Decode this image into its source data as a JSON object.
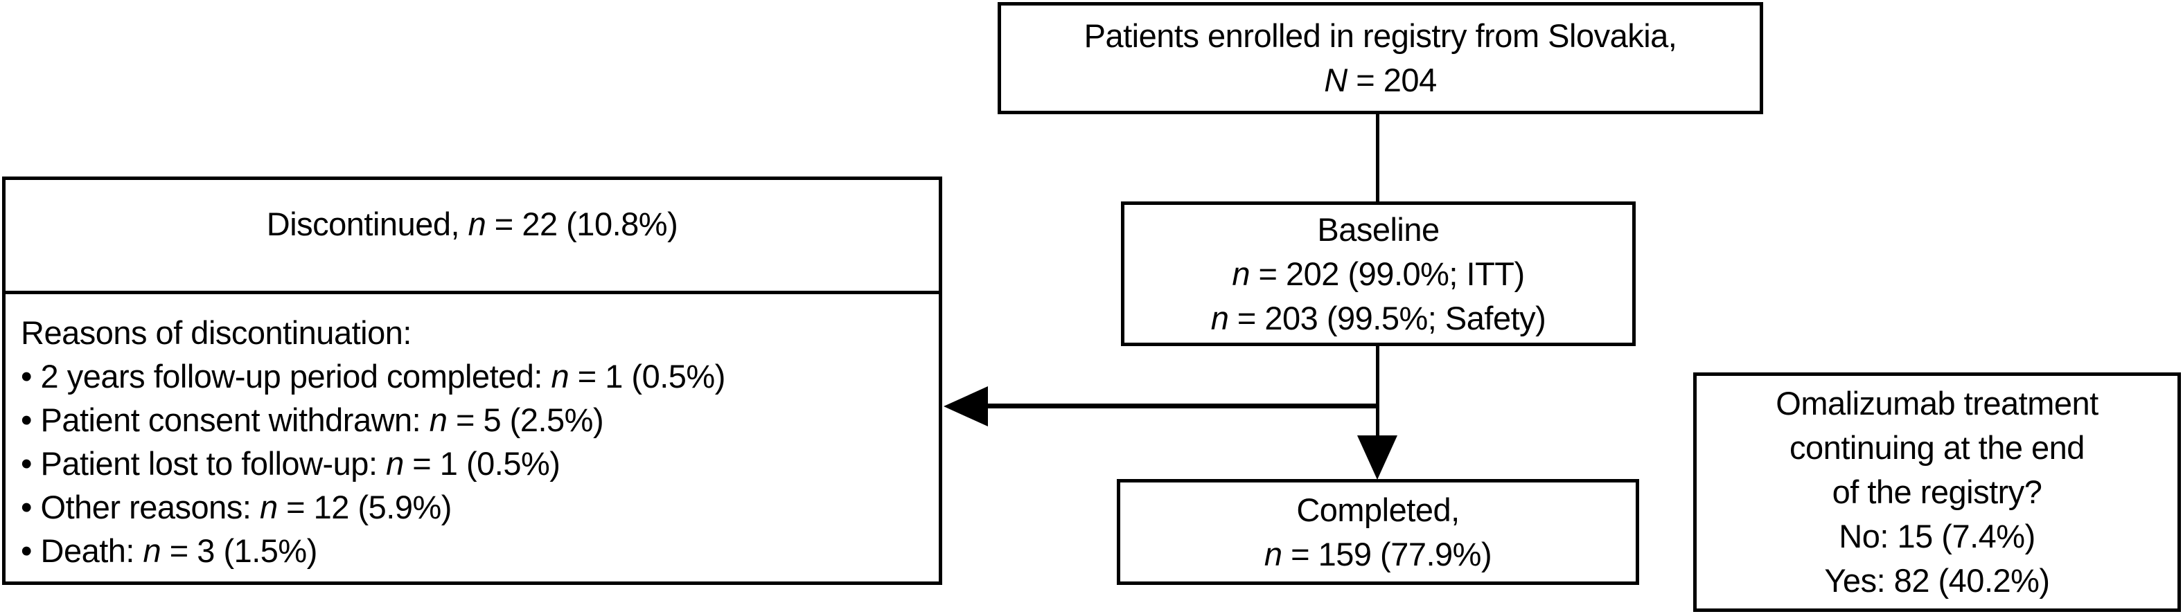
{
  "figure": "patient-disposition-flowchart",
  "colors": {
    "background": "#ffffff",
    "line": "#000000",
    "text": "#000000"
  },
  "boxes": {
    "enrolled": {
      "line1": {
        "pre": "Patients enrolled in registry from Slovakia,",
        "it": "",
        "post": ""
      },
      "line2": {
        "pre": "",
        "it": "N",
        "post": " = 204"
      }
    },
    "baseline": {
      "line1": {
        "pre": "Baseline",
        "it": "",
        "post": ""
      },
      "line2": {
        "pre": "",
        "it": "n",
        "post": " = 202 (99.0%; ITT)"
      },
      "line3": {
        "pre": "",
        "it": "n",
        "post": " = 203 (99.5%; Safety)"
      }
    },
    "completed": {
      "line1": {
        "pre": "Completed,",
        "it": "",
        "post": ""
      },
      "line2": {
        "pre": "",
        "it": "n",
        "post": " = 159 (77.9%)"
      }
    },
    "discontinued": {
      "title": {
        "pre": "Discontinued, ",
        "it": "n",
        "post": " = 22 (10.8%)"
      },
      "reasons_header": "Reasons of discontinuation:",
      "reasons": [
        {
          "pre": "• 2 years follow-up period completed: ",
          "it": "n",
          "post": " = 1 (0.5%)"
        },
        {
          "pre": "• Patient consent withdrawn: ",
          "it": "n",
          "post": " = 5 (2.5%)"
        },
        {
          "pre": "• Patient lost to follow-up: ",
          "it": "n",
          "post": " = 1 (0.5%)"
        },
        {
          "pre": "• Other reasons: ",
          "it": "n",
          "post": " = 12 (5.9%)"
        },
        {
          "pre": "• Death: ",
          "it": "n",
          "post": " = 3 (1.5%)"
        }
      ]
    },
    "omalizumab": {
      "line1": "Omalizumab treatment",
      "line2": "continuing at the end",
      "line3": "of the registry?",
      "line4": "No: 15 (7.4%)",
      "line5": "Yes: 82 (40.2%)"
    }
  }
}
